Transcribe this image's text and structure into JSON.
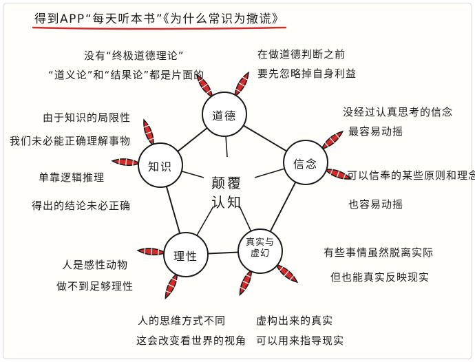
{
  "title": "得到APP“每天听本书”《为什么常识为撒谎》",
  "center": {
    "line1": "颠覆",
    "line2": "认知"
  },
  "nodes": {
    "morality": "道德",
    "belief": "信念",
    "reality_fiction": "真实与虚幻",
    "rationality": "理性",
    "knowledge": "知识"
  },
  "notes": {
    "morality_1": "没有“终极道德理论”",
    "morality_2": "“道义论”和“结果论”都是片面的",
    "morality_3": "在做道德判断之前",
    "morality_4": "要先忽略掉自身利益",
    "belief_1": "没经过认真思考的信念",
    "belief_2": "最容易动摇",
    "belief_3": "可以信奉的某些原则和理念",
    "belief_4": "也容易动摇",
    "knowledge_1": "由于知识的局限性",
    "knowledge_2": "我们未必能正确理解事物",
    "knowledge_3": "单靠逻辑推理",
    "knowledge_4": "得出的结论未必正确",
    "rationality_1": "人是感性动物",
    "rationality_2": "做不到足够理性",
    "rationality_3": "人的思维方式不同",
    "rationality_4": "这会改变看世界的视角",
    "reality_1": "有些事情虽然脱离实际",
    "reality_2": "但也能真实反映现实",
    "reality_3": "虚构出来的真实",
    "reality_4": "可以用来指导现实"
  },
  "colors": {
    "petal_fill": "#d32a2a",
    "ink": "#1a1a1a",
    "title_underline": "#d32a2a"
  }
}
